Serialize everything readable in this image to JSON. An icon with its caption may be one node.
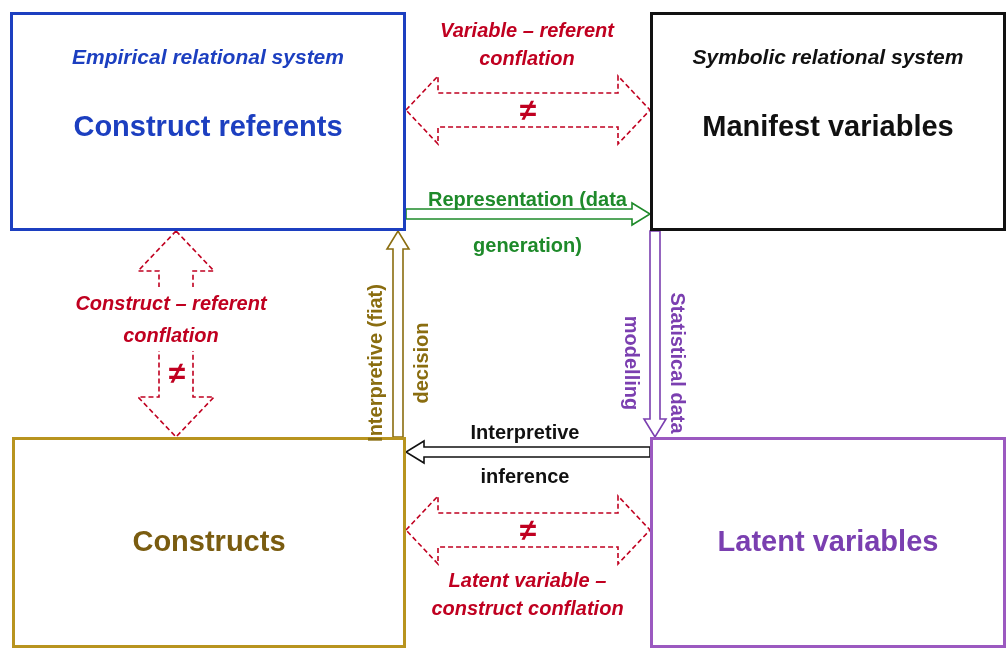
{
  "diagram": {
    "nodes": [
      {
        "text": [
          "Empirical relational system",
          "Construct referents"
        ]
      },
      {
        "text": [
          "Symbolic relational system",
          "Manifest variables"
        ]
      },
      {
        "text": [
          "Constructs"
        ]
      },
      {
        "text": [
          "Latent variables"
        ]
      }
    ],
    "edges": [
      {
        "from": 0,
        "to": 1,
        "arrow": "both",
        "label": "Variable – referent conflation",
        "style": "dashed",
        "color": "#c00020"
      },
      {
        "from": 0,
        "to": 1,
        "arrow": "to",
        "label": "Representation (data generation)",
        "color": "#1e8a2a"
      },
      {
        "from": 0,
        "to": 2,
        "arrow": "both",
        "label": "Construct – referent conflation",
        "style": "dashed",
        "color": "#c00020"
      },
      {
        "from": 2,
        "to": 0,
        "arrow": "to",
        "label": "Interpretive (fiat) decision",
        "color": "#8a6d10"
      },
      {
        "from": 1,
        "to": 3,
        "arrow": "to",
        "label": "Statistical data modelling",
        "color": "#7b3fb0"
      },
      {
        "from": 3,
        "to": 2,
        "arrow": "to",
        "label": "Interpretive inference",
        "color": "#111111"
      },
      {
        "from": 2,
        "to": 3,
        "arrow": "both",
        "label": "Latent variable – construct conflation",
        "style": "dashed",
        "color": "#c00020"
      }
    ],
    "labels": [
      "≠",
      "≠",
      "≠"
    ]
  }
}
